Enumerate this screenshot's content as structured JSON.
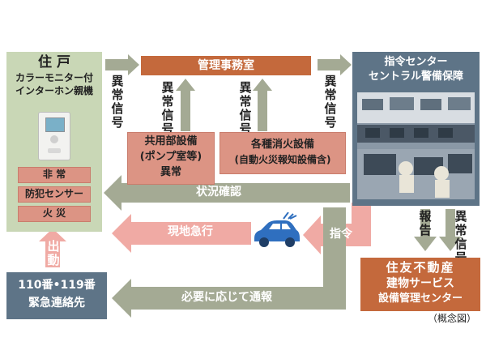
{
  "residence": {
    "title": "住 戸",
    "subtitle_line1": "カラーモニター付",
    "subtitle_line2": "インターホン親機",
    "buttons": [
      "非 常",
      "防犯センサー",
      "火 災"
    ]
  },
  "management_office": "管理事務室",
  "command_center": {
    "line1": "指令センター",
    "line2": "セントラル警備保障"
  },
  "common_equipment": {
    "line1": "共用部設備",
    "line2": "(ポンプ室等)",
    "line3": "異常"
  },
  "fire_equipment": {
    "line1": "各種消火設備",
    "line2": "(自動火災報知設備含)"
  },
  "signals": {
    "abnormal": "異常信号",
    "status_check": "状況確認",
    "rush": "現地急行",
    "command": "指令",
    "report_as_needed": "必要に応じて通報",
    "report": "報告",
    "dispatch": "出動"
  },
  "emergency_contact": {
    "line1": "110番•119番",
    "line2": "緊急連絡先"
  },
  "sumitomo": {
    "line1": "住友不動産",
    "line2": "建物サービス",
    "line3": "設備管理センター"
  },
  "caption": "（概念図）",
  "colors": {
    "green": "#c9d7b6",
    "salmon": "#dc9484",
    "arrow_gray": "#a4aa94",
    "arrow_pink": "#f0aaa4",
    "blue": "#5e7487",
    "car": "#2f6fbf"
  }
}
